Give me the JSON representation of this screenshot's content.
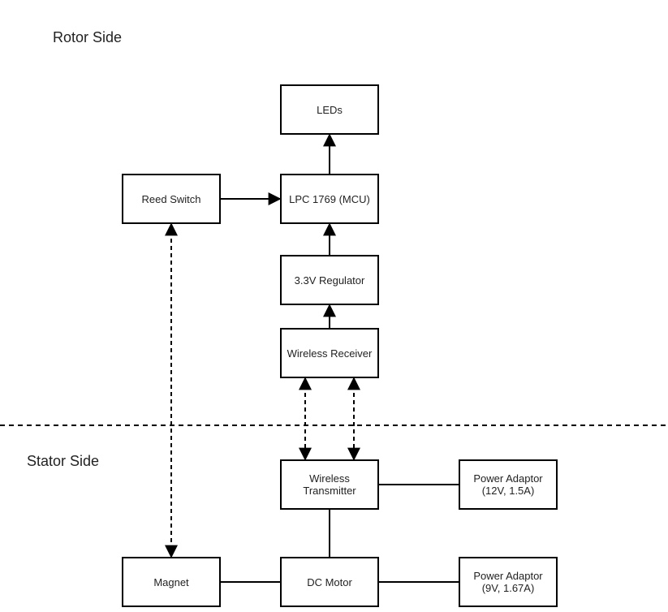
{
  "labels": {
    "rotor_side": "Rotor Side",
    "stator_side": "Stator Side"
  },
  "blocks": {
    "leds": "LEDs",
    "mcu": "LPC 1769 (MCU)",
    "reed_switch": "Reed Switch",
    "regulator": "3.3V Regulator",
    "wireless_receiver": "Wireless Receiver",
    "wireless_transmitter": "Wireless\nTransmitter",
    "power_adaptor_12v": "Power Adaptor\n(12V, 1.5A)",
    "magnet": "Magnet",
    "dc_motor": "DC Motor",
    "power_adaptor_9v": "Power Adaptor\n(9V, 1.67A)"
  },
  "colors": {
    "stroke": "#000000",
    "text": "#222222",
    "background": "#ffffff"
  }
}
